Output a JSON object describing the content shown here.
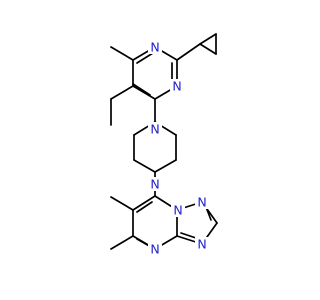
{
  "molecule": {
    "atom_label_color": "#1f1fd1",
    "bond_color": "#000000",
    "background": "#ffffff",
    "atoms": [
      {
        "id": "n-pyr-1",
        "symbol": "N"
      },
      {
        "id": "n-pyr-2",
        "symbol": "N"
      },
      {
        "id": "n-pip-top",
        "symbol": "N"
      },
      {
        "id": "n-pip-bottom",
        "symbol": "N"
      },
      {
        "id": "n-tri-1",
        "symbol": "N"
      },
      {
        "id": "n-tri-2",
        "symbol": "N"
      },
      {
        "id": "n-tri-3",
        "symbol": "N"
      },
      {
        "id": "n-pym-1",
        "symbol": "N"
      }
    ]
  }
}
